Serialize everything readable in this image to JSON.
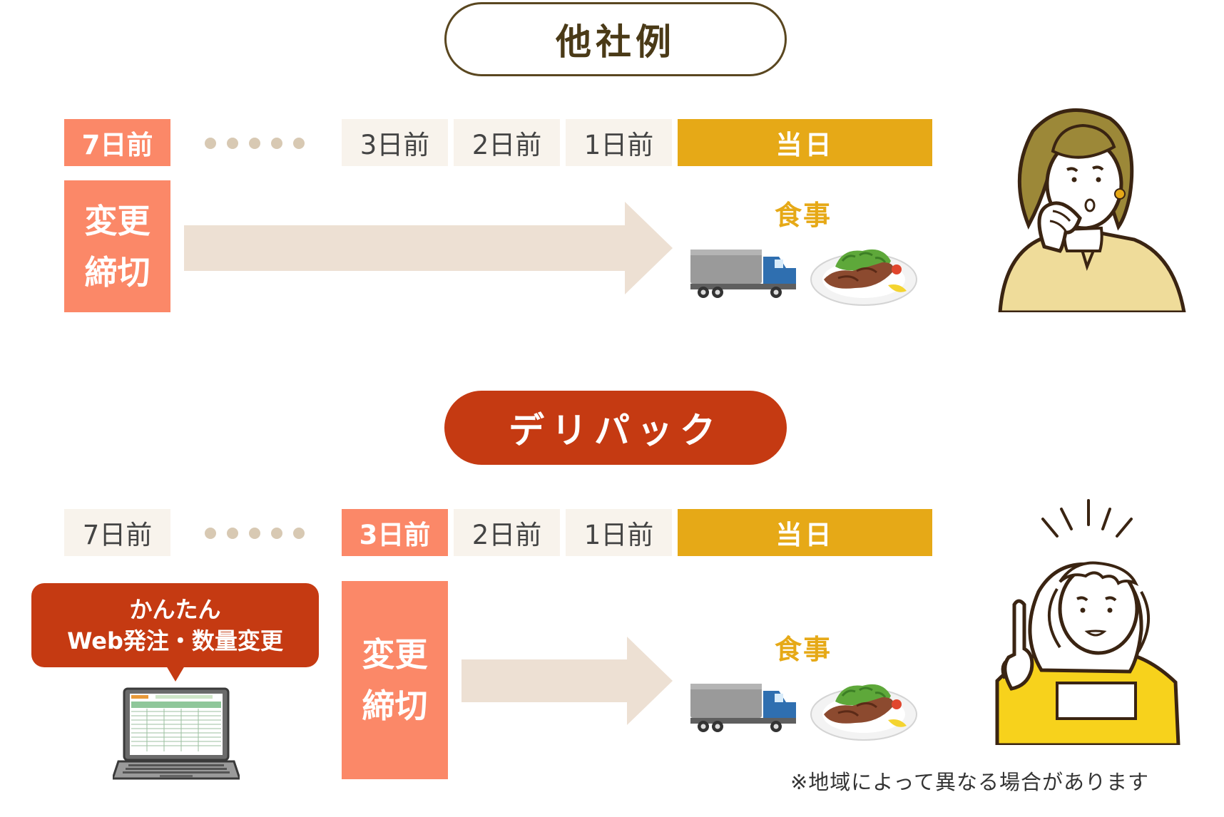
{
  "sections": {
    "other": {
      "title": "他社例",
      "days": {
        "d7": "7日前",
        "d3": "3日前",
        "d2": "2日前",
        "d1": "1日前",
        "today": "当日"
      },
      "deadline": {
        "line1": "変更",
        "line2": "締切"
      },
      "meal_label": "食事"
    },
    "delipack": {
      "title": "デリパック",
      "days": {
        "d7": "7日前",
        "d3": "3日前",
        "d2": "2日前",
        "d1": "1日前",
        "today": "当日"
      },
      "deadline": {
        "line1": "変更",
        "line2": "締切"
      },
      "meal_label": "食事",
      "bubble": {
        "line1": "かんたん",
        "line2": "Web発注・数量変更"
      }
    }
  },
  "note": "※地域によって異なる場合があります",
  "colors": {
    "accent_orange": "#fb8868",
    "today_gold": "#e6a917",
    "brand_red": "#c53a12",
    "day_bg": "#f8f3ec",
    "arrow": "#ede0d3",
    "outline_brown": "#5a4720"
  },
  "icons": [
    "truck-icon",
    "meal-plate-icon",
    "laptop-icon",
    "worried-woman-illustration",
    "idea-woman-illustration"
  ]
}
